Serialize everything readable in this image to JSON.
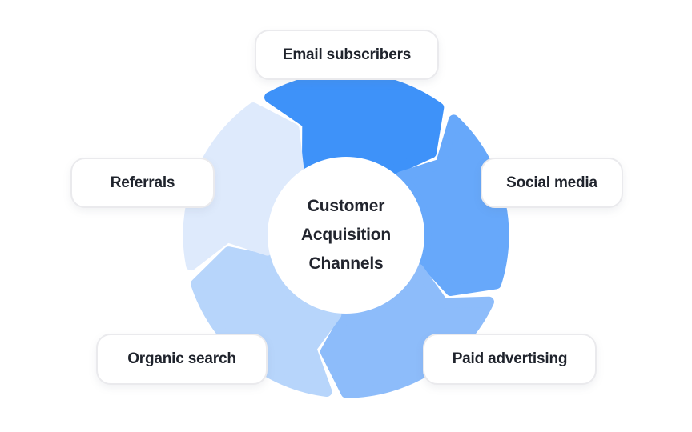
{
  "diagram": {
    "center": {
      "title_lines": [
        "Customer",
        "Acquisition",
        "Channels"
      ]
    },
    "segments": [
      {
        "label": "Email subscribers",
        "position": "top",
        "color": "#3E92F9"
      },
      {
        "label": "Social media",
        "position": "right",
        "color": "#67A8FA"
      },
      {
        "label": "Paid advertising",
        "position": "bottom-right",
        "color": "#8DBCFA"
      },
      {
        "label": "Organic search",
        "position": "bottom-left",
        "color": "#B7D5FB"
      },
      {
        "label": "Referrals",
        "position": "left",
        "color": "#DEEAFC"
      }
    ],
    "colors": {
      "background": "#FFFFFF",
      "center_circle": "#FFFFFF",
      "pill_background": "#FFFFFF",
      "pill_border": "#EAEAED",
      "text": "#1F232C"
    }
  }
}
